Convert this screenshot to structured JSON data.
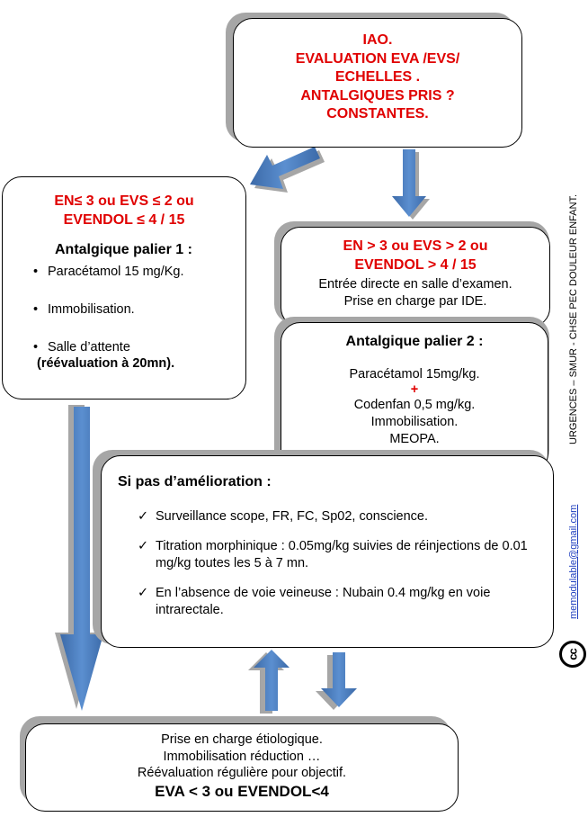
{
  "top_box": {
    "lines": [
      "IAO.",
      "EVALUATION EVA /EVS/",
      "ECHELLES .",
      "ANTALGIQUES PRIS ?",
      "CONSTANTES."
    ]
  },
  "left_box": {
    "title_lines": [
      "EN≤ 3 ou EVS ≤ 2 ou",
      "EVENDOL ≤ 4 / 15"
    ],
    "subtitle": "Antalgique palier 1 :",
    "items": [
      "Paracétamol 15 mg/Kg.",
      "Immobilisation.",
      "Salle d’attente"
    ],
    "note": "(réévaluation à 20mn)."
  },
  "right_box": {
    "title_lines": [
      "EN > 3 ou EVS > 2 ou",
      "EVENDOL > 4 / 15"
    ],
    "lines": [
      "Entrée directe en salle d’examen.",
      "Prise en charge par IDE."
    ]
  },
  "palier2_box": {
    "title": "Antalgique palier 2 :",
    "line1": "Paracétamol 15mg/kg.",
    "plus": "+",
    "lines": [
      "Codenfan 0,5 mg/kg.",
      "Immobilisation.",
      "MEOPA."
    ]
  },
  "amelioration_box": {
    "title": "Si pas d’amélioration :",
    "check_symbol": "✓",
    "items": [
      "Surveillance scope, FR, FC, Sp02, conscience.",
      "Titration morphinique : 0.05mg/kg suivies de réinjections de 0.01 mg/kg toutes les 5 à 7 mn.",
      "En l’absence de voie veineuse :  Nubain 0.4 mg/kg en voie intrarectale."
    ]
  },
  "bottom_box": {
    "lines": [
      "Prise en charge étiologique.",
      "Immobilisation réduction …",
      "Réévaluation régulière pour objectif."
    ],
    "goal": "EVA < 3 ou EVENDOL<4"
  },
  "side_text": {
    "title": "URGENCES – SMUR - CHSE  PEC DOULEUR   ENFANT.",
    "email": "memodulable@gmail.com",
    "cc_logo": "cc"
  },
  "colors": {
    "red": "#e00000",
    "arrow": "#4f81bd",
    "shadow": "#a6a6a6"
  }
}
